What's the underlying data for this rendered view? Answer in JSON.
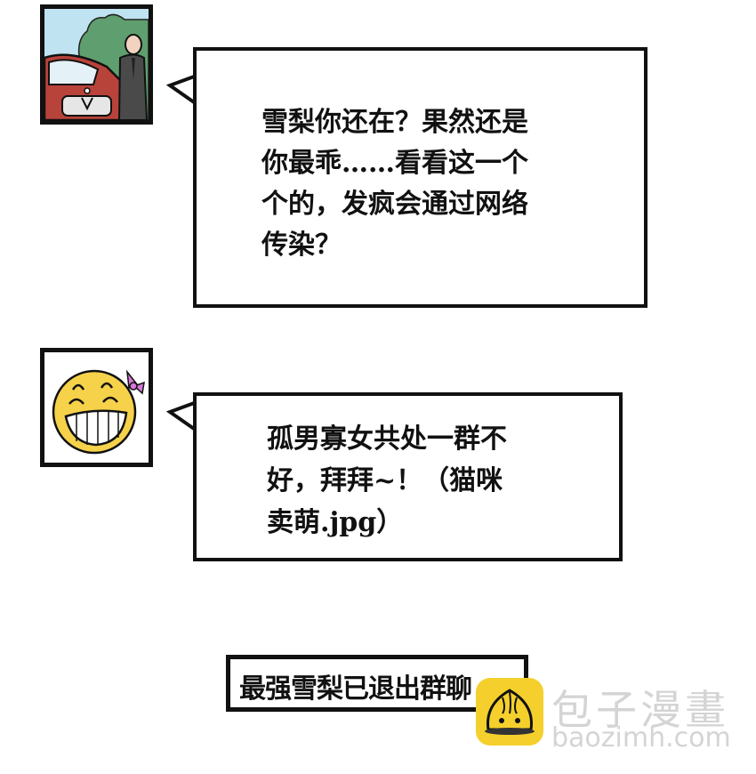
{
  "messages": [
    {
      "sender": "man-with-car",
      "text": "雪梨你还在？果然还是\n你最乖……看看这一个\n个的，发疯会通过网络\n传染？"
    },
    {
      "sender": "smiley-girl",
      "text": "孤男寡女共处一群不\n好，拜拜~！（猫咪\n卖萌.jpg）"
    }
  ],
  "system_notice": "最强雪梨已退出群聊",
  "watermark": {
    "title": "包子漫畫",
    "url": "baozimh.com"
  },
  "colors": {
    "border": "#111111",
    "smiley_yellow": "#f6d24a",
    "bow_pink": "#d777d9",
    "car_red": "#b8433a",
    "sky_blue": "#bfe3f0",
    "tree_green": "#5f9e6e",
    "watermark_yellow": "#f5d02c",
    "watermark_gray": "#d4d4d4"
  }
}
